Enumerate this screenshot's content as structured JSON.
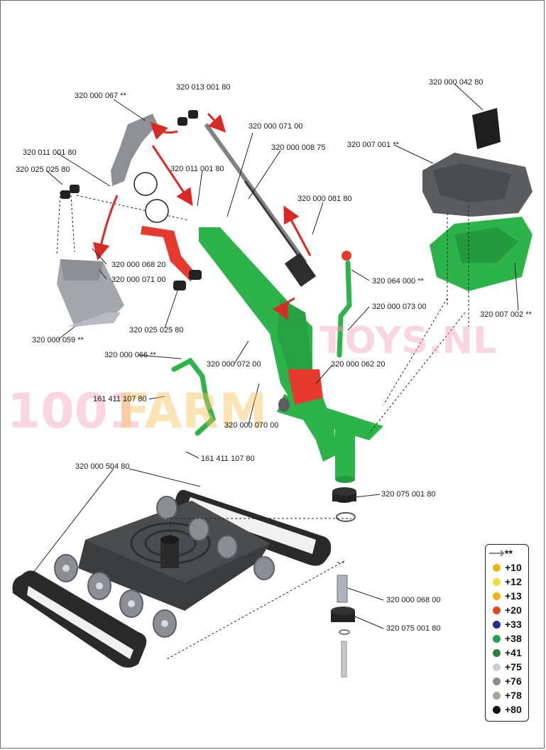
{
  "part_labels": [
    "320 013 001 80",
    "320 000 067 **",
    "320 000 042 80",
    "320 000 071 00",
    "320 000 008 75",
    "320 007 001 **",
    "320 011 001 80",
    "320 025 025 80",
    "320 011 001 80",
    "320 000 081 80",
    "320 000 068 20",
    "320 000 071 00",
    "320 064 000 **",
    "320 000 073 00",
    "320 007 002 **",
    "320 000 059 **",
    "320 025 025 80",
    "320 000 066 **",
    "320 000 072 00",
    "320 000 062 20",
    "161 411 107 80",
    "320 000 070 00",
    "161 411 107 80",
    "320 000 504 80",
    "320 075 001 80",
    "320 000 068 00",
    "320 075 001 80"
  ],
  "legend": {
    "items": [
      {
        "label": "**",
        "color": "",
        "icon": "arrow-icon"
      },
      {
        "label": "+10",
        "color": "#e8b512",
        "icon": "dot"
      },
      {
        "label": "+12",
        "color": "#f5d93b",
        "icon": "dot"
      },
      {
        "label": "+13",
        "color": "#f2b20f",
        "icon": "dot"
      },
      {
        "label": "+20",
        "color": "#e3471b",
        "icon": "dot"
      },
      {
        "label": "+33",
        "color": "#1f2e8f",
        "icon": "dot"
      },
      {
        "label": "+38",
        "color": "#21a24a",
        "icon": "dot"
      },
      {
        "label": "+41",
        "color": "#2f7d3c",
        "icon": "dot"
      },
      {
        "label": "+75",
        "color": "#c7d0d8",
        "icon": "dot"
      },
      {
        "label": "+76",
        "color": "#8c8c8c",
        "icon": "dot"
      },
      {
        "label": "+78",
        "color": "#a9a391",
        "icon": "dot"
      },
      {
        "label": "+80",
        "color": "#111111",
        "icon": "dot"
      }
    ]
  },
  "watermark": {
    "text_1001": "1001",
    "text_farm": "FARM",
    "text_toys": "TOYS.NL"
  },
  "colors": {
    "frame_green": "#2cb34a",
    "part_red": "#e63a2e",
    "part_dark": "#3a3a3a",
    "track_black": "#222222",
    "roller_grey": "#8b8e94",
    "weight_grey": "#5a5c5f"
  }
}
